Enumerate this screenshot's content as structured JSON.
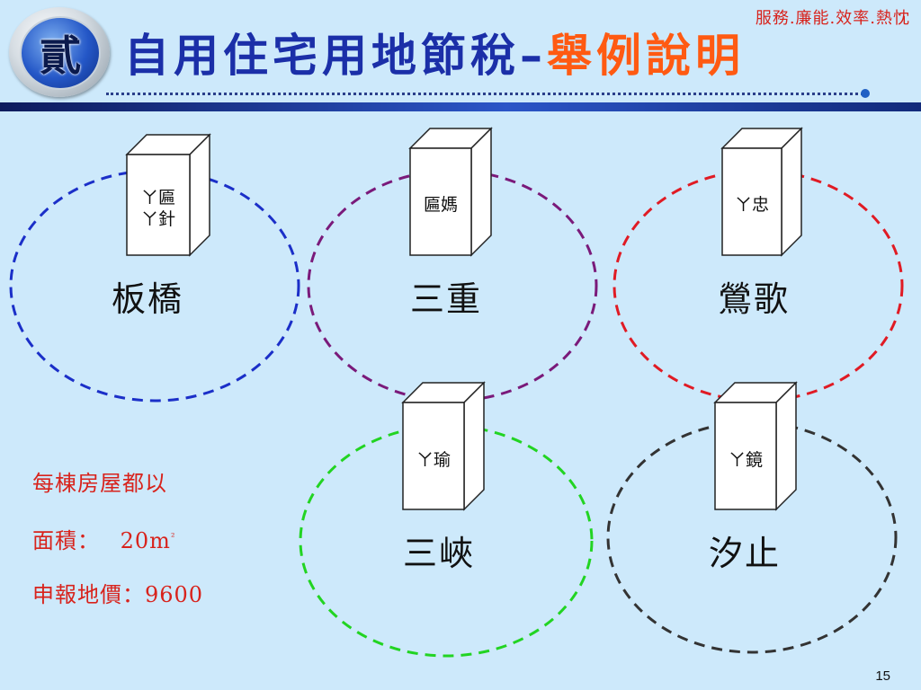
{
  "header": {
    "badge": "貳",
    "title_main": "自用住宅用地節稅",
    "title_sep": "–",
    "title_highlight": "舉例說明",
    "slogan": "服務.廉能.效率.熱忱"
  },
  "districts": [
    {
      "name": "板橋",
      "tenants": [
        "ㄚ匾",
        "ㄚ針"
      ],
      "circle_color": "#1b2fc8"
    },
    {
      "name": "三重",
      "tenants": [
        "匾媽"
      ],
      "circle_color": "#7a1a7a"
    },
    {
      "name": "鶯歌",
      "tenants": [
        "ㄚ忠"
      ],
      "circle_color": "#e01b24"
    },
    {
      "name": "三峽",
      "tenants": [
        "ㄚ瑜"
      ],
      "circle_color": "#22d422"
    },
    {
      "name": "汐止",
      "tenants": [
        "ㄚ鏡"
      ],
      "circle_color": "#333333"
    }
  ],
  "note": {
    "line1": "每棟房屋都以",
    "line2_label": "面積：",
    "line2_value": "20m",
    "line2_unit_sup": "²",
    "line3": "申報地價：9600"
  },
  "page_number": "15"
}
